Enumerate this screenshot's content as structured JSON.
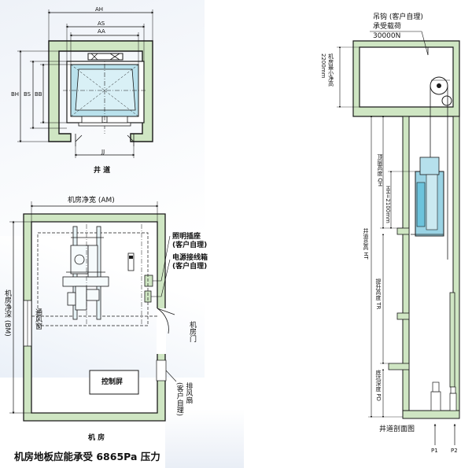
{
  "plan_view": {
    "dim_AH": "AH",
    "dim_AS": "AS",
    "dim_AA": "AA",
    "dim_BH": "BH",
    "dim_BS": "BS",
    "dim_BB": "BB",
    "dim_JJ": "JJ",
    "title": "井 道"
  },
  "machine_room": {
    "width_label": "机房净宽 (AM)",
    "depth_label": "机房净深 (BM)",
    "vent_label": "通风窗",
    "door_label": "机房门",
    "socket_label": "照明插座\n(客户自理)",
    "junction_label": "电源接线箱\n(客户自理)",
    "control_label": "控制屏",
    "exhaust_label": "排风扇\n(客户自理)",
    "title": "机 房"
  },
  "section_view": {
    "hook_label": "吊钩 (客户自理)",
    "load_label": "承受载荷",
    "load_value": "30000N",
    "min_height_label": "机房最小净高\n2200mm",
    "top_height_label": "顶层高度 QH",
    "door_height_label": "HH=2100mm",
    "total_height_label": "井道总高 HT",
    "travel_label": "提升高度 TR",
    "pit_label": "底坑深度 PD",
    "title": "井道剖面图",
    "p1_label": "P1",
    "p2_label": "P2"
  },
  "footer": {
    "caption": "机房地板应能承受 6865Pa 压力"
  },
  "colors": {
    "wall_fill": "#cfe6c3",
    "line": "#1a1a1a",
    "glass": "#aee0ec",
    "wash": "#dfe7f3",
    "cab_blue": "#6cc3dc"
  }
}
